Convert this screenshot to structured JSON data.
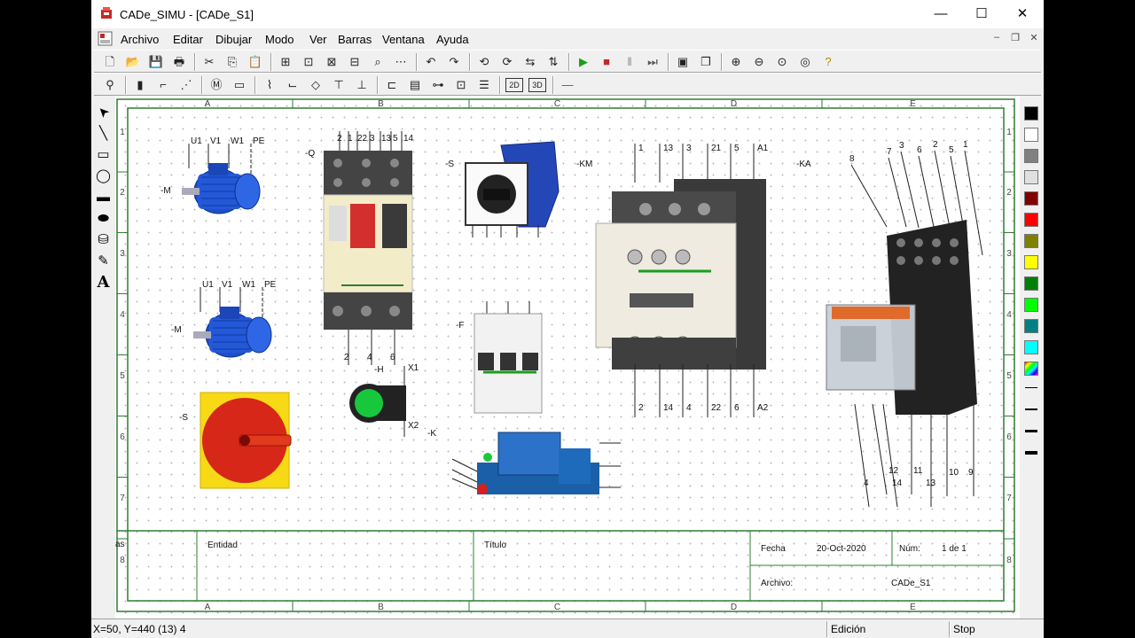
{
  "window": {
    "title": "CADe_SIMU - [CADe_S1]",
    "controls": {
      "minimize": "—",
      "maximize": "☐",
      "close": "✕"
    }
  },
  "menu": [
    "Archivo",
    "Editar",
    "Dibujar",
    "Modo",
    "Ver",
    "Barras",
    "Ventana",
    "Ayuda"
  ],
  "mdi_controls": {
    "minimize": "–",
    "restore": "❐",
    "close": "✕"
  },
  "toolbar1": {
    "icons": [
      "new-file-icon",
      "open-folder-icon",
      "save-icon",
      "print-icon",
      "cut-icon",
      "copy-icon",
      "paste-icon",
      "zoom-window-icon",
      "zoom-area-icon",
      "zoom-select-icon",
      "zoom-fit-icon",
      "find-icon",
      "grid-icon",
      "undo-icon",
      "redo-icon",
      "rotate-left-icon",
      "rotate-right-icon",
      "mirror-horizontal-icon",
      "mirror-vertical-icon",
      "run-simulation-icon",
      "stop-simulation-icon",
      "pause-simulation-icon",
      "step-simulation-icon",
      "window-mode-icon",
      "multi-window-icon",
      "zoom-in-icon",
      "zoom-out-icon",
      "zoom-previous-icon",
      "zoom-all-icon",
      "help-icon"
    ]
  },
  "toolbar2": {
    "icons": [
      "power-supply-icon",
      "fuse-icon",
      "switch-icon",
      "three-pole-switch-icon",
      "motor-icon",
      "relay-coil-icon",
      "contact-icon",
      "limit-switch-icon",
      "sensor-icon",
      "pushbutton-icon",
      "timer-icon",
      "terminal-icon",
      "plc-icon",
      "resistor-icon",
      "connector-io-icon",
      "bus-icon",
      "2d-icon",
      "3d-icon",
      "wire-icon"
    ],
    "labels": {
      "btn_2d": "2D",
      "btn_3d": "3D"
    }
  },
  "left_tools": [
    "select-arrow-icon",
    "line-tool-icon",
    "rectangle-tool-icon",
    "ellipse-tool-icon",
    "filled-rectangle-tool-icon",
    "filled-ellipse-tool-icon",
    "fill-bucket-icon",
    "eyedropper-icon",
    "text-tool-icon"
  ],
  "colors": [
    "#000000",
    "#ffffff",
    "#808080",
    "#e0e0e0",
    "#800000",
    "#ff0000",
    "#808000",
    "#ffff00",
    "#008000",
    "#00ff00",
    "#008080",
    "#00ffff",
    "multicolor"
  ],
  "line_widths": [
    1,
    2,
    3,
    4
  ],
  "sheet": {
    "col_labels": [
      "A",
      "B",
      "C",
      "D",
      "E"
    ],
    "row_labels": [
      "1",
      "2",
      "3",
      "4",
      "5",
      "6",
      "7",
      "8"
    ],
    "border_color": "#2e7d32",
    "title_block": {
      "entidad_label": "Entidad",
      "titulo_label": "Título",
      "fecha_label": "Fecha",
      "fecha_value": "20-Oct-2020",
      "num_label": "Núm:",
      "num_value": "1 de 1",
      "archivo_label": "Archivo:",
      "archivo_value": "CADe_S1",
      "partial_label": "as"
    }
  },
  "components": {
    "motor1": {
      "ref": "-M",
      "terminals": [
        "U1",
        "V1",
        "W1",
        "PE"
      ]
    },
    "motor2": {
      "ref": "-M",
      "terminals": [
        "U1",
        "V1",
        "W1",
        "PE"
      ]
    },
    "breaker_q": {
      "ref": "-Q",
      "top": [
        "2",
        "1",
        "22",
        "3",
        "13",
        "5",
        "14"
      ],
      "bottom": [
        "2",
        "4",
        "6"
      ]
    },
    "selector_s": {
      "ref": "-S"
    },
    "km_label": "-KM",
    "switch_s2": {
      "ref": "-S"
    },
    "lamp_h": {
      "ref": "-H",
      "x1": "X1",
      "x2": "X2"
    },
    "k_label": "-K",
    "mcb_f": {
      "ref": "-F"
    },
    "contactor": {
      "top": [
        "1",
        "13",
        "3",
        "21",
        "5",
        "A1"
      ],
      "bottom": [
        "2",
        "14",
        "4",
        "22",
        "6",
        "A2"
      ]
    },
    "relay_ka": {
      "ref": "-KA",
      "top": [
        "8",
        "7",
        "3",
        "6",
        "2",
        "5",
        "1"
      ],
      "bottom": [
        "4",
        "12",
        "14",
        "11",
        "13",
        "10",
        "9"
      ]
    }
  },
  "status": {
    "coords": "X=50, Y=440 (13) 4",
    "mode": "Edición",
    "sim": "Stop"
  }
}
